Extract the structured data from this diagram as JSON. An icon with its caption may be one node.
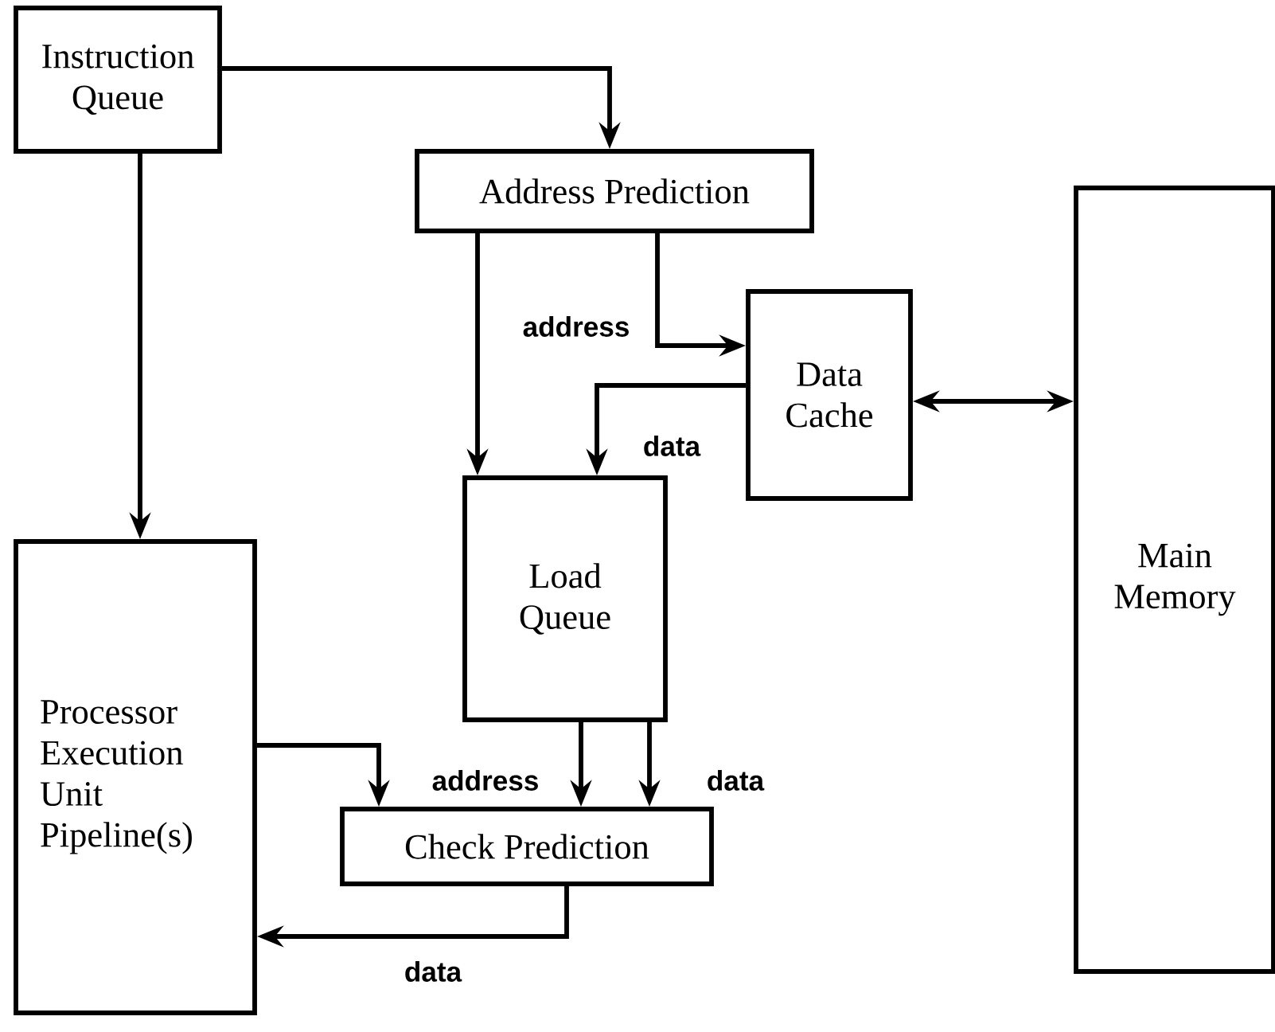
{
  "diagram": {
    "nodes": [
      {
        "text": [
          "Instruction Queue"
        ]
      },
      {
        "text": [
          "Address Prediction"
        ]
      },
      {
        "text": [
          "Data Cache"
        ]
      },
      {
        "text": [
          "Load Queue"
        ]
      },
      {
        "text": [
          "Main Memory"
        ]
      },
      {
        "text": [
          "Processor Execution Unit Pipeline(s)"
        ]
      },
      {
        "text": [
          "Check Prediction"
        ]
      }
    ],
    "edges": [
      {
        "from": 0,
        "to": 1,
        "arrow": "to"
      },
      {
        "from": 0,
        "to": 5,
        "arrow": "to"
      },
      {
        "from": 1,
        "to": 3,
        "arrow": "to"
      },
      {
        "from": 1,
        "to": 2,
        "arrow": "to",
        "label": "address"
      },
      {
        "from": 2,
        "to": 3,
        "arrow": "to",
        "label": "data"
      },
      {
        "from": 2,
        "to": 4,
        "arrow": "both"
      },
      {
        "from": 3,
        "to": 6,
        "arrow": "to",
        "label": "address"
      },
      {
        "from": 3,
        "to": 6,
        "arrow": "to",
        "label": "data"
      },
      {
        "from": 5,
        "to": 6,
        "arrow": "to"
      },
      {
        "from": 6,
        "to": 5,
        "arrow": "to",
        "label": "data"
      }
    ]
  }
}
